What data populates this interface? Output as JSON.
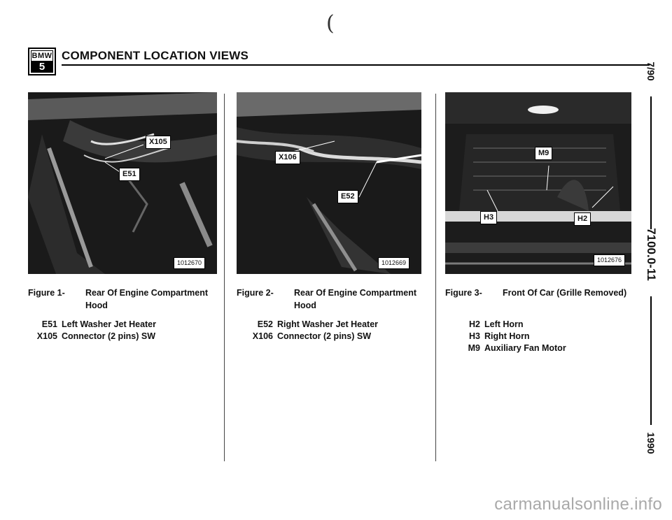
{
  "stray_mark": "(",
  "header": {
    "logo_brand": "BMW",
    "logo_series": "5",
    "title": "COMPONENT LOCATION VIEWS"
  },
  "figures": [
    {
      "photo_id": "1012670",
      "callouts": [
        "X105",
        "E51"
      ],
      "caption_label": "Figure 1-",
      "caption_line1": "Rear Of Engine Compartment",
      "caption_line2": "Hood",
      "legend": [
        {
          "code": "E51",
          "text": "Left Washer Jet Heater"
        },
        {
          "code": "X105",
          "text": "Connector (2 pins) SW"
        }
      ]
    },
    {
      "photo_id": "1012669",
      "callouts": [
        "X106",
        "E52"
      ],
      "caption_label": "Figure 2-",
      "caption_line1": "Rear Of Engine Compartment",
      "caption_line2": "Hood",
      "legend": [
        {
          "code": "E52",
          "text": "Right Washer Jet Heater"
        },
        {
          "code": "X106",
          "text": "Connector (2 pins) SW"
        }
      ]
    },
    {
      "photo_id": "1012676",
      "callouts": [
        "M9",
        "H3",
        "H2"
      ],
      "caption_label": "Figure 3-",
      "caption_line1": "Front Of Car (Grille Removed)",
      "caption_line2": "",
      "legend": [
        {
          "code": "H2",
          "text": "Left Horn"
        },
        {
          "code": "H3",
          "text": "Right Horn"
        },
        {
          "code": "M9",
          "text": "Auxiliary Fan Motor"
        }
      ]
    }
  ],
  "side_margin": {
    "date": "7/90",
    "page": "7100.0-11",
    "year": "1990"
  },
  "watermark": "carmanualsonline.info"
}
